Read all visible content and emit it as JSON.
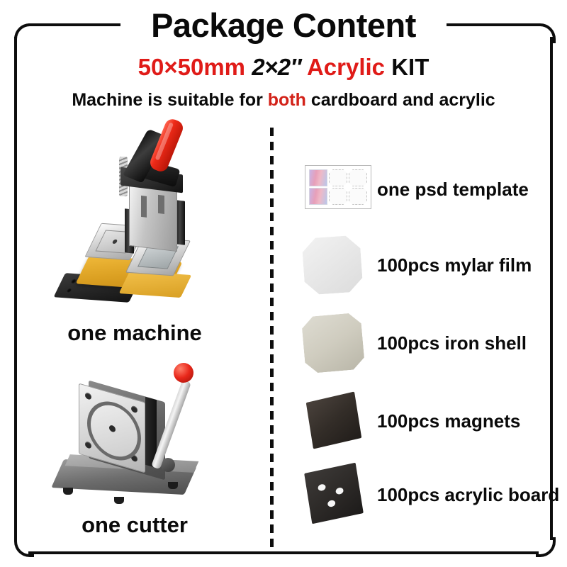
{
  "header": {
    "title": "Package Content",
    "spec_size": "50×50mm",
    "spec_inches": "2×2″",
    "spec_material": "Acrylic",
    "spec_kit": "KIT",
    "tagline_pre": "Machine is suitable for ",
    "tagline_highlight": "both",
    "tagline_post": " cardboard and acrylic"
  },
  "colors": {
    "accent_red": "#e01b18",
    "tagline_red": "#d32219",
    "frame": "#0d0d0d",
    "text": "#0a0a0a"
  },
  "left_column": {
    "machine_label": "one machine",
    "cutter_label": "one cutter"
  },
  "right_column": {
    "items": [
      {
        "icon": "psd-template-thumbnail",
        "label": "one psd template"
      },
      {
        "icon": "mylar-film-thumbnail",
        "label": "100pcs mylar film"
      },
      {
        "icon": "iron-shell-thumbnail",
        "label": "100pcs iron shell"
      },
      {
        "icon": "magnet-thumbnail",
        "label": "100pcs magnets"
      },
      {
        "icon": "acrylic-board-thumbnail",
        "label": "100pcs acrylic board"
      }
    ]
  }
}
